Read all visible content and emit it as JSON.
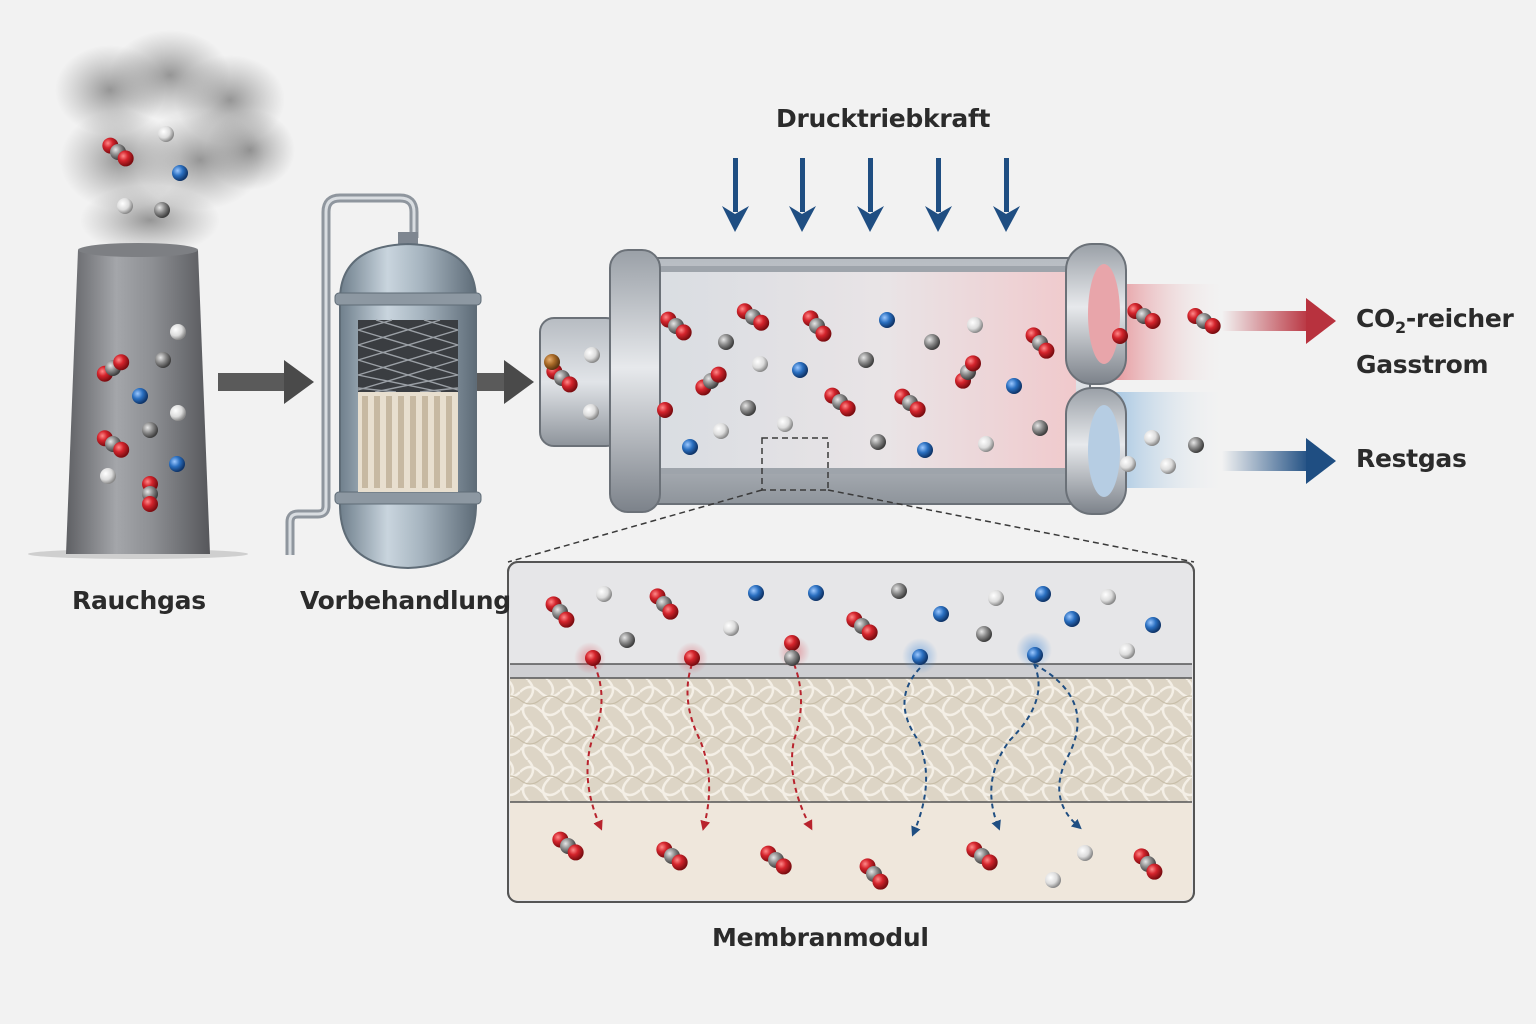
{
  "labels": {
    "source": "Rauchgas",
    "pretreatment": "Vorbehandlung",
    "driving_force": "Drucktriebkraft",
    "co2_rich_prefix": "CO",
    "co2_rich_sub": "2",
    "co2_rich_suffix": "-reicher",
    "co2_rich_line2": "Gasstrom",
    "residual": "Restgas",
    "module": "Membranmodul"
  },
  "colors": {
    "background": "#f2f2f2",
    "co2_stream": "#b8323e",
    "residual_stream": "#1f4e82",
    "oxygen_atom": "#c8202a",
    "carbon_atom": "#8f8f8f",
    "nitrogen_atom": "#2a6fc0",
    "gray_atom": "#bdbdbd",
    "arrow_gray": "#555555"
  },
  "icons": {
    "smoke": "smoke-cloud",
    "stack": "chimney-stack",
    "pretreatment": "filter-vessel",
    "module": "membrane-cylinder",
    "pressure": "down-arrow"
  }
}
